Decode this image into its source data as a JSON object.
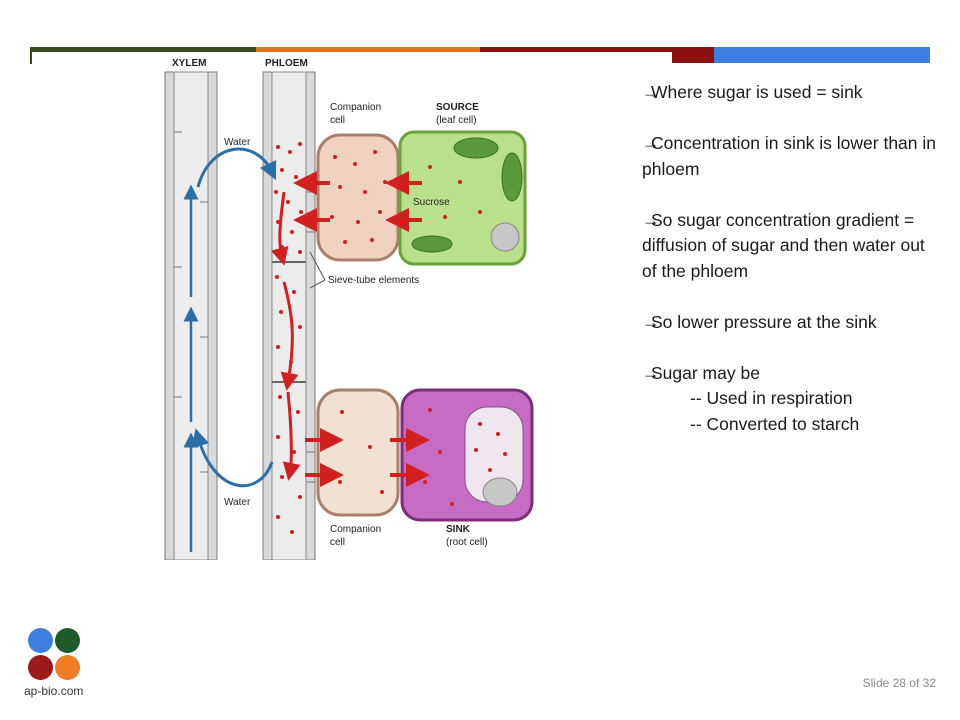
{
  "colors": {
    "bar_green": "#3b4a1a",
    "bar_orange": "#e2721c",
    "bar_darkred": "#8b1010",
    "bar_blue": "#3c7fe0",
    "xylem_arrow": "#2d6ea6",
    "sugar_arrow": "#d21f1f",
    "source_cell": "#b9e08a",
    "sink_cell": "#c66cc4",
    "companion_cell": "#f0d2c0",
    "logo_blue": "#3c7fe0",
    "logo_green": "#1e5a2a",
    "logo_red": "#9b1a1a",
    "logo_orange": "#f07c24"
  },
  "diagram": {
    "xylem_label": "XYLEM",
    "phloem_label": "PHLOEM",
    "companion_top_label_1": "Companion",
    "companion_top_label_2": "cell",
    "source_label_1": "SOURCE",
    "source_label_2": "(leaf cell)",
    "water_top_label": "Water",
    "sucrose_label": "Sucrose",
    "sieve_label": "Sieve-tube elements",
    "water_bottom_label": "Water",
    "companion_bottom_label_1": "Companion",
    "companion_bottom_label_2": "cell",
    "sink_label_1": "SINK",
    "sink_label_2": "(root cell)"
  },
  "bullets": {
    "arrow": "→",
    "b1": "Where sugar is used = sink",
    "b2": "Concentration in sink is lower than in phloem",
    "b3": "So sugar concentration gradient = diffusion of sugar and then water out of the phloem",
    "b4": "So lower pressure at the sink",
    "b5": "Sugar may be",
    "b5_sub1": "-- Used in respiration",
    "b5_sub2": "-- Converted to starch"
  },
  "logo_text": "ap-bio.com",
  "slide_number": "Slide 28 of 32"
}
